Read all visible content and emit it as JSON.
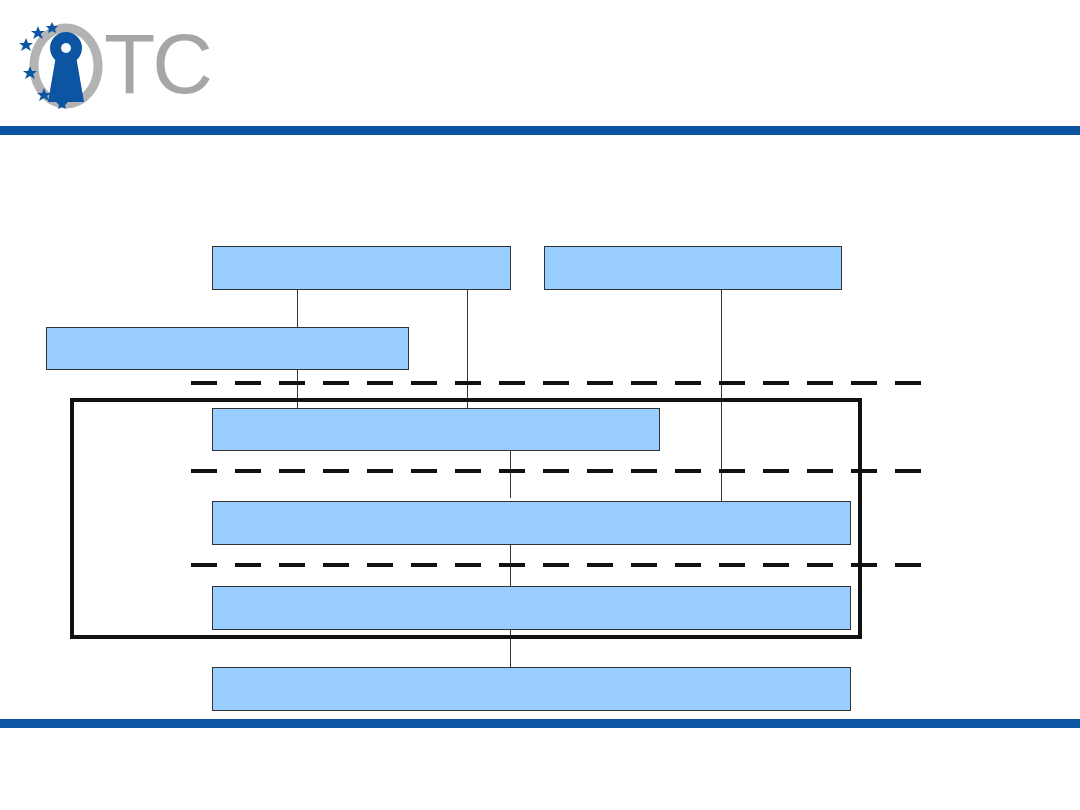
{
  "logo": {
    "text": "TC",
    "icon": "keyhole-icon",
    "star_icon": "star-icon",
    "colors": {
      "keyhole": "#0b55a3",
      "ring": "#b3b3b3",
      "stars": "#0b55a3",
      "text": "#a6a6a6"
    }
  },
  "colors": {
    "band": "#0b55a3",
    "box_fill": "#99ccff",
    "box_border": "#333333",
    "frame": "#111111"
  },
  "diagram": {
    "boxes": [
      {
        "id": "box-top-left",
        "label": ""
      },
      {
        "id": "box-top-right",
        "label": ""
      },
      {
        "id": "box-side",
        "label": ""
      },
      {
        "id": "box-layer-1",
        "label": ""
      },
      {
        "id": "box-layer-2",
        "label": ""
      },
      {
        "id": "box-layer-3",
        "label": ""
      },
      {
        "id": "box-bottom",
        "label": ""
      }
    ]
  }
}
